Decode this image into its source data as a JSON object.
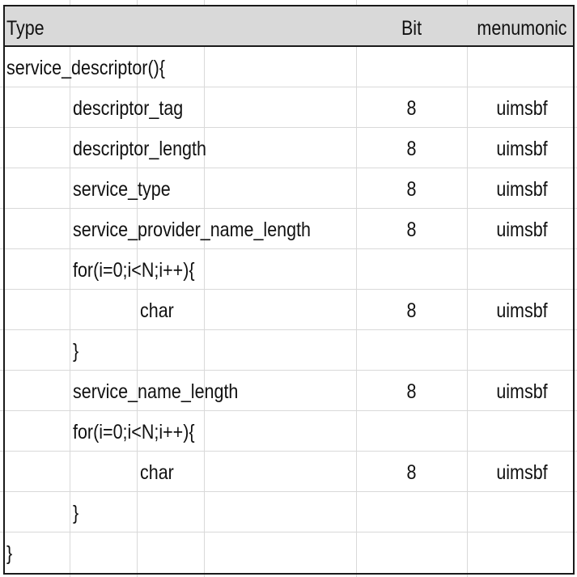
{
  "table": {
    "headers": {
      "type": "Type",
      "bit": "Bit",
      "mnemonic": "menumonic"
    },
    "rows": [
      {
        "indent": 0,
        "name": "service_descriptor(){",
        "bit": "",
        "mnemonic": ""
      },
      {
        "indent": 1,
        "name": "descriptor_tag",
        "bit": "8",
        "mnemonic": "uimsbf"
      },
      {
        "indent": 1,
        "name": "descriptor_length",
        "bit": "8",
        "mnemonic": "uimsbf"
      },
      {
        "indent": 1,
        "name": "service_type",
        "bit": "8",
        "mnemonic": "uimsbf"
      },
      {
        "indent": 1,
        "name": "service_provider_name_length",
        "bit": "8",
        "mnemonic": "uimsbf"
      },
      {
        "indent": 1,
        "name": "for(i=0;i<N;i++){",
        "bit": "",
        "mnemonic": ""
      },
      {
        "indent": 2,
        "name": "char",
        "bit": "8",
        "mnemonic": "uimsbf"
      },
      {
        "indent": 1,
        "name": "}",
        "bit": "",
        "mnemonic": ""
      },
      {
        "indent": 1,
        "name": "service_name_length",
        "bit": "8",
        "mnemonic": "uimsbf"
      },
      {
        "indent": 1,
        "name": "for(i=0;i<N;i++){",
        "bit": "",
        "mnemonic": ""
      },
      {
        "indent": 2,
        "name": "char",
        "bit": "8",
        "mnemonic": "uimsbf"
      },
      {
        "indent": 1,
        "name": "}",
        "bit": "",
        "mnemonic": ""
      },
      {
        "indent": 0,
        "name": "}",
        "bit": "",
        "mnemonic": ""
      }
    ]
  }
}
